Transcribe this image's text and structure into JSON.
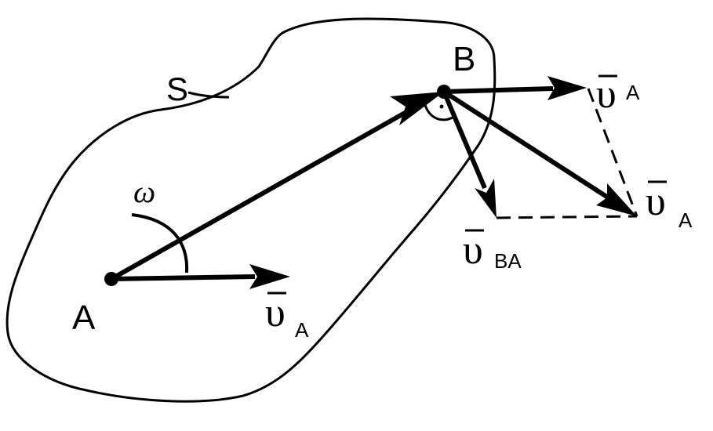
{
  "points": {
    "a": "A",
    "b": "B"
  },
  "body_label": "S",
  "angular_velocity_label": "ω",
  "vectors": {
    "v_a_at_a": {
      "symbol": "υ",
      "sub": "A"
    },
    "v_a_at_b": {
      "symbol": "υ",
      "sub": "A"
    },
    "v_b_result": {
      "symbol": "υ",
      "sub": "A"
    },
    "v_ba": {
      "symbol": "υ",
      "sub": "BA"
    }
  },
  "colors": {
    "stroke": "#000000",
    "background": "#ffffff"
  }
}
